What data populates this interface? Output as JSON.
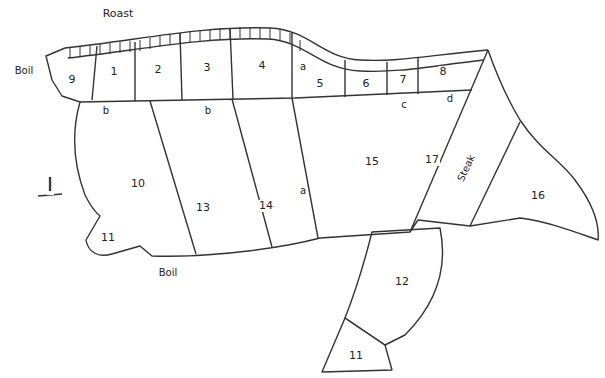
{
  "diagram": {
    "labels": [
      "Roast",
      "Boil",
      "9",
      "1",
      "2",
      "3",
      "4",
      "a",
      "5",
      "6",
      "7",
      "8",
      "b",
      "b",
      "c",
      "d",
      "I",
      "10",
      "13",
      "14",
      "a",
      "15",
      "17",
      "Steak",
      "16",
      "11",
      "Boil",
      "12",
      "11"
    ]
  }
}
